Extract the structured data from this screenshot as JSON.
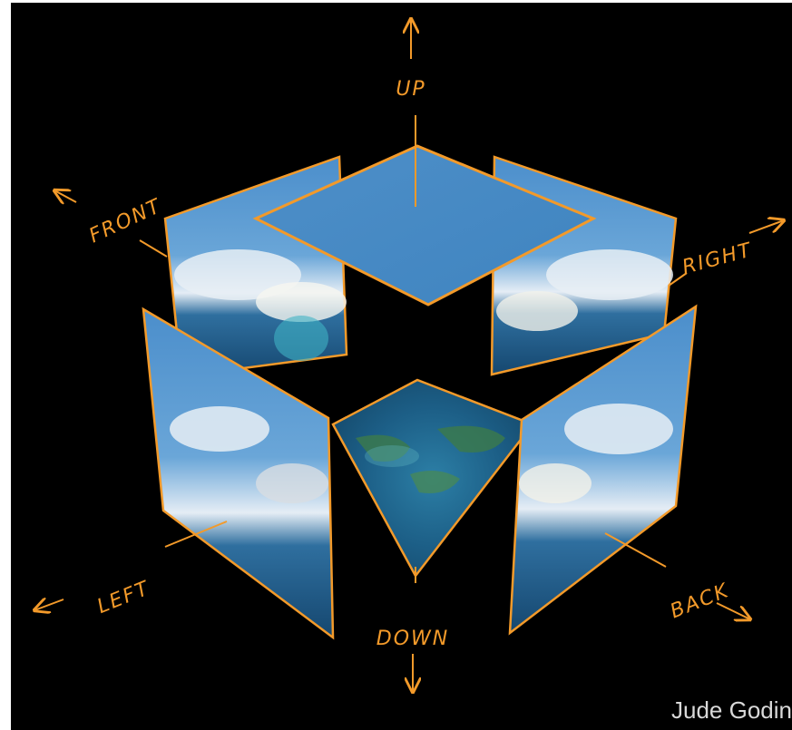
{
  "labels": {
    "up": "UP",
    "down": "DOWN",
    "front": "FRONT",
    "right": "RIGHT",
    "left": "LEFT",
    "back": "BACK"
  },
  "credit": "Jude Godin",
  "colors": {
    "background": "#000000",
    "edge": "#f39a2a",
    "sky": "#4a8fc9",
    "cloud": "#e8eef5",
    "earth": "#1e5f8e",
    "land": "#3c7a4a",
    "credit_text": "#d9d9d9"
  }
}
